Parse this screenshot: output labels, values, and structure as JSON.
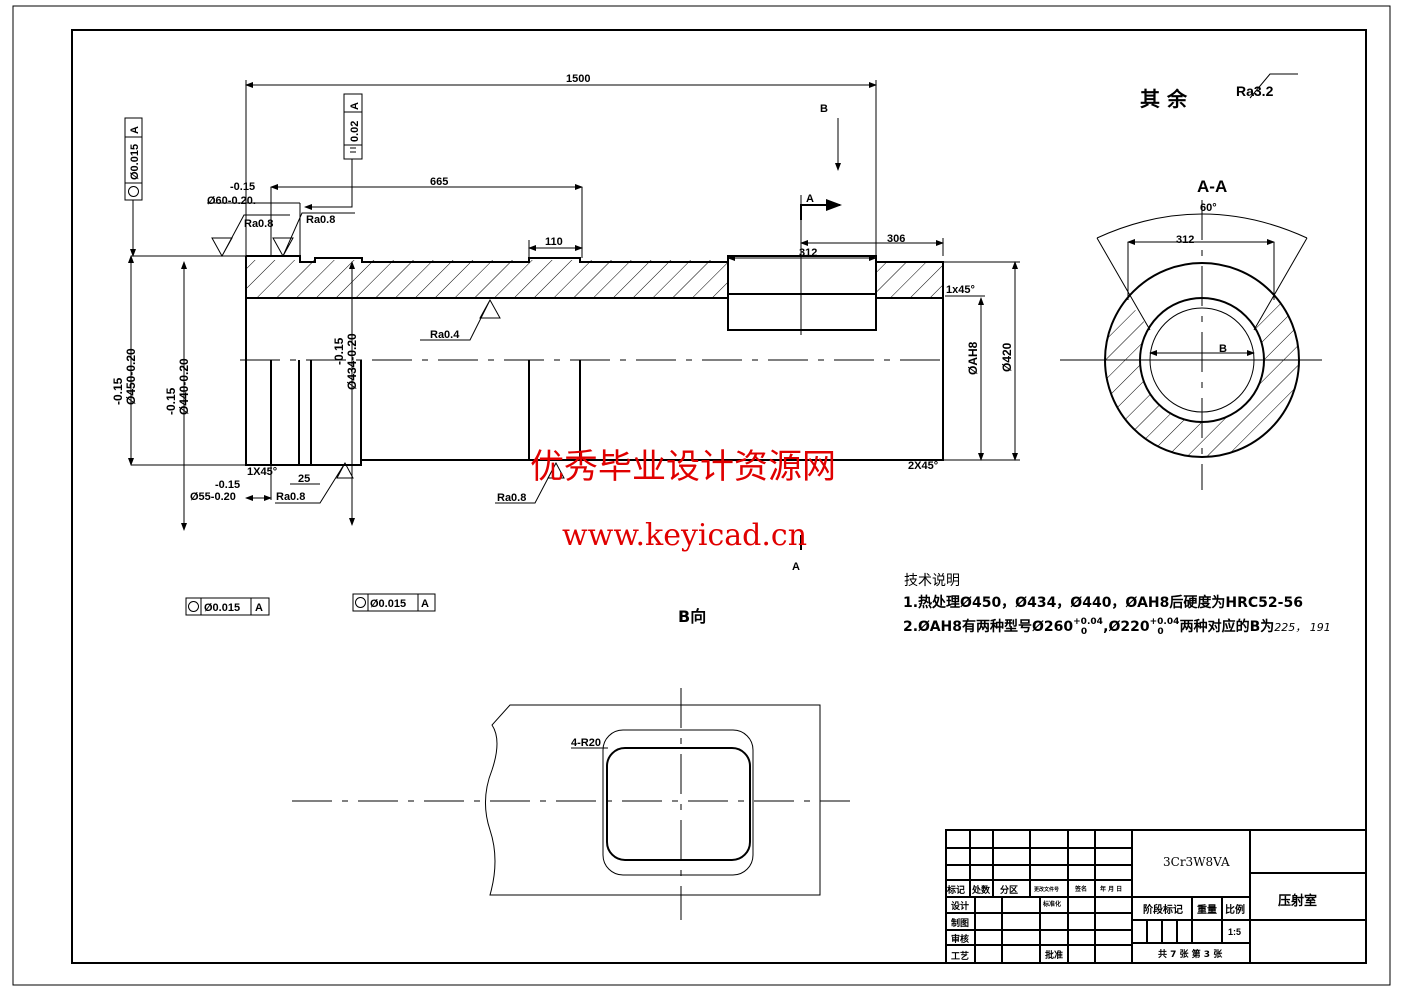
{
  "main_view": {
    "dim_length_total": "1500",
    "dim_665": "665",
    "dim_110": "110",
    "dim_312": "312",
    "dim_306": "306",
    "dia_60_tol": "-0.15",
    "dia_60": "Ø60-0.20.",
    "dia_450_tol": "-0.15",
    "dia_450": "Ø450-0.20",
    "dia_440_tol": "-0.15",
    "dia_440": "Ø440-0.20",
    "dia_434_tol": "-0.15",
    "dia_434": "Ø434-0.20",
    "dia_55_tol": "-0.15",
    "dia_55": "Ø55-0.20",
    "dim_25": "25",
    "chamfer_1x45_left": "1X45°",
    "chamfer_1x45_right": "1x45°",
    "chamfer_2x45": "2X45°",
    "dia_ah8": "ØAH8",
    "dia_420": "Ø420",
    "ra_08_a": "Ra0.8",
    "ra_08_b": "Ra0.8",
    "ra_08_c": "Ra0.8",
    "ra_08_d": "Ra0.8",
    "ra_04": "Ra0.4",
    "section_label_a_top": "A",
    "section_label_a_bottom": "A",
    "view_label_b": "B",
    "gdt_left_value": "Ø0.015",
    "gdt_left_datum": "A",
    "gdt_parallel_value": "0.02",
    "gdt_parallel_datum": "A",
    "gdt_bottom1_value": "Ø0.015",
    "gdt_bottom1_datum": "A",
    "gdt_bottom2_value": "Ø0.015",
    "gdt_bottom2_datum": "A"
  },
  "remaining_roughness": {
    "label": "其  余",
    "value": "Ra3.2"
  },
  "section_aa": {
    "title": "A-A",
    "angle": "60°",
    "width": "312",
    "b_label": "B"
  },
  "view_b": {
    "title": "B向",
    "radius": "4-R20"
  },
  "watermark": {
    "line1": "优秀毕业设计资源网",
    "line2": "www.keyicad.cn"
  },
  "tech_notes": {
    "title": "技术说明",
    "line1": "1.热处理Ø450，Ø434，Ø440，ØAH8后硬度为HRC52-56",
    "line2_a": "2.ØAH8有两种型号Ø260",
    "line2_sup1": "+0.04",
    "line2_sub1": "0",
    "line2_b": ",Ø220",
    "line2_sup2": "+0.04",
    "line2_sub2": "0",
    "line2_c": "两种对应的B为",
    "line2_d": "225， 191"
  },
  "title_block": {
    "material": "3Cr3W8VA",
    "part_name": "压射室",
    "headers": [
      "标记",
      "处数",
      "分区",
      "更改文件号",
      "签名",
      "年 月 日"
    ],
    "design": "设计",
    "standardization": "标准化",
    "drawing": "制图",
    "review": "审核",
    "process": "工艺",
    "approve": "批准",
    "stage_mark": "阶段标记",
    "weight": "重量",
    "scale_label": "比例",
    "scale": "1:5",
    "sheets": "共 7 张    第 3 张"
  }
}
